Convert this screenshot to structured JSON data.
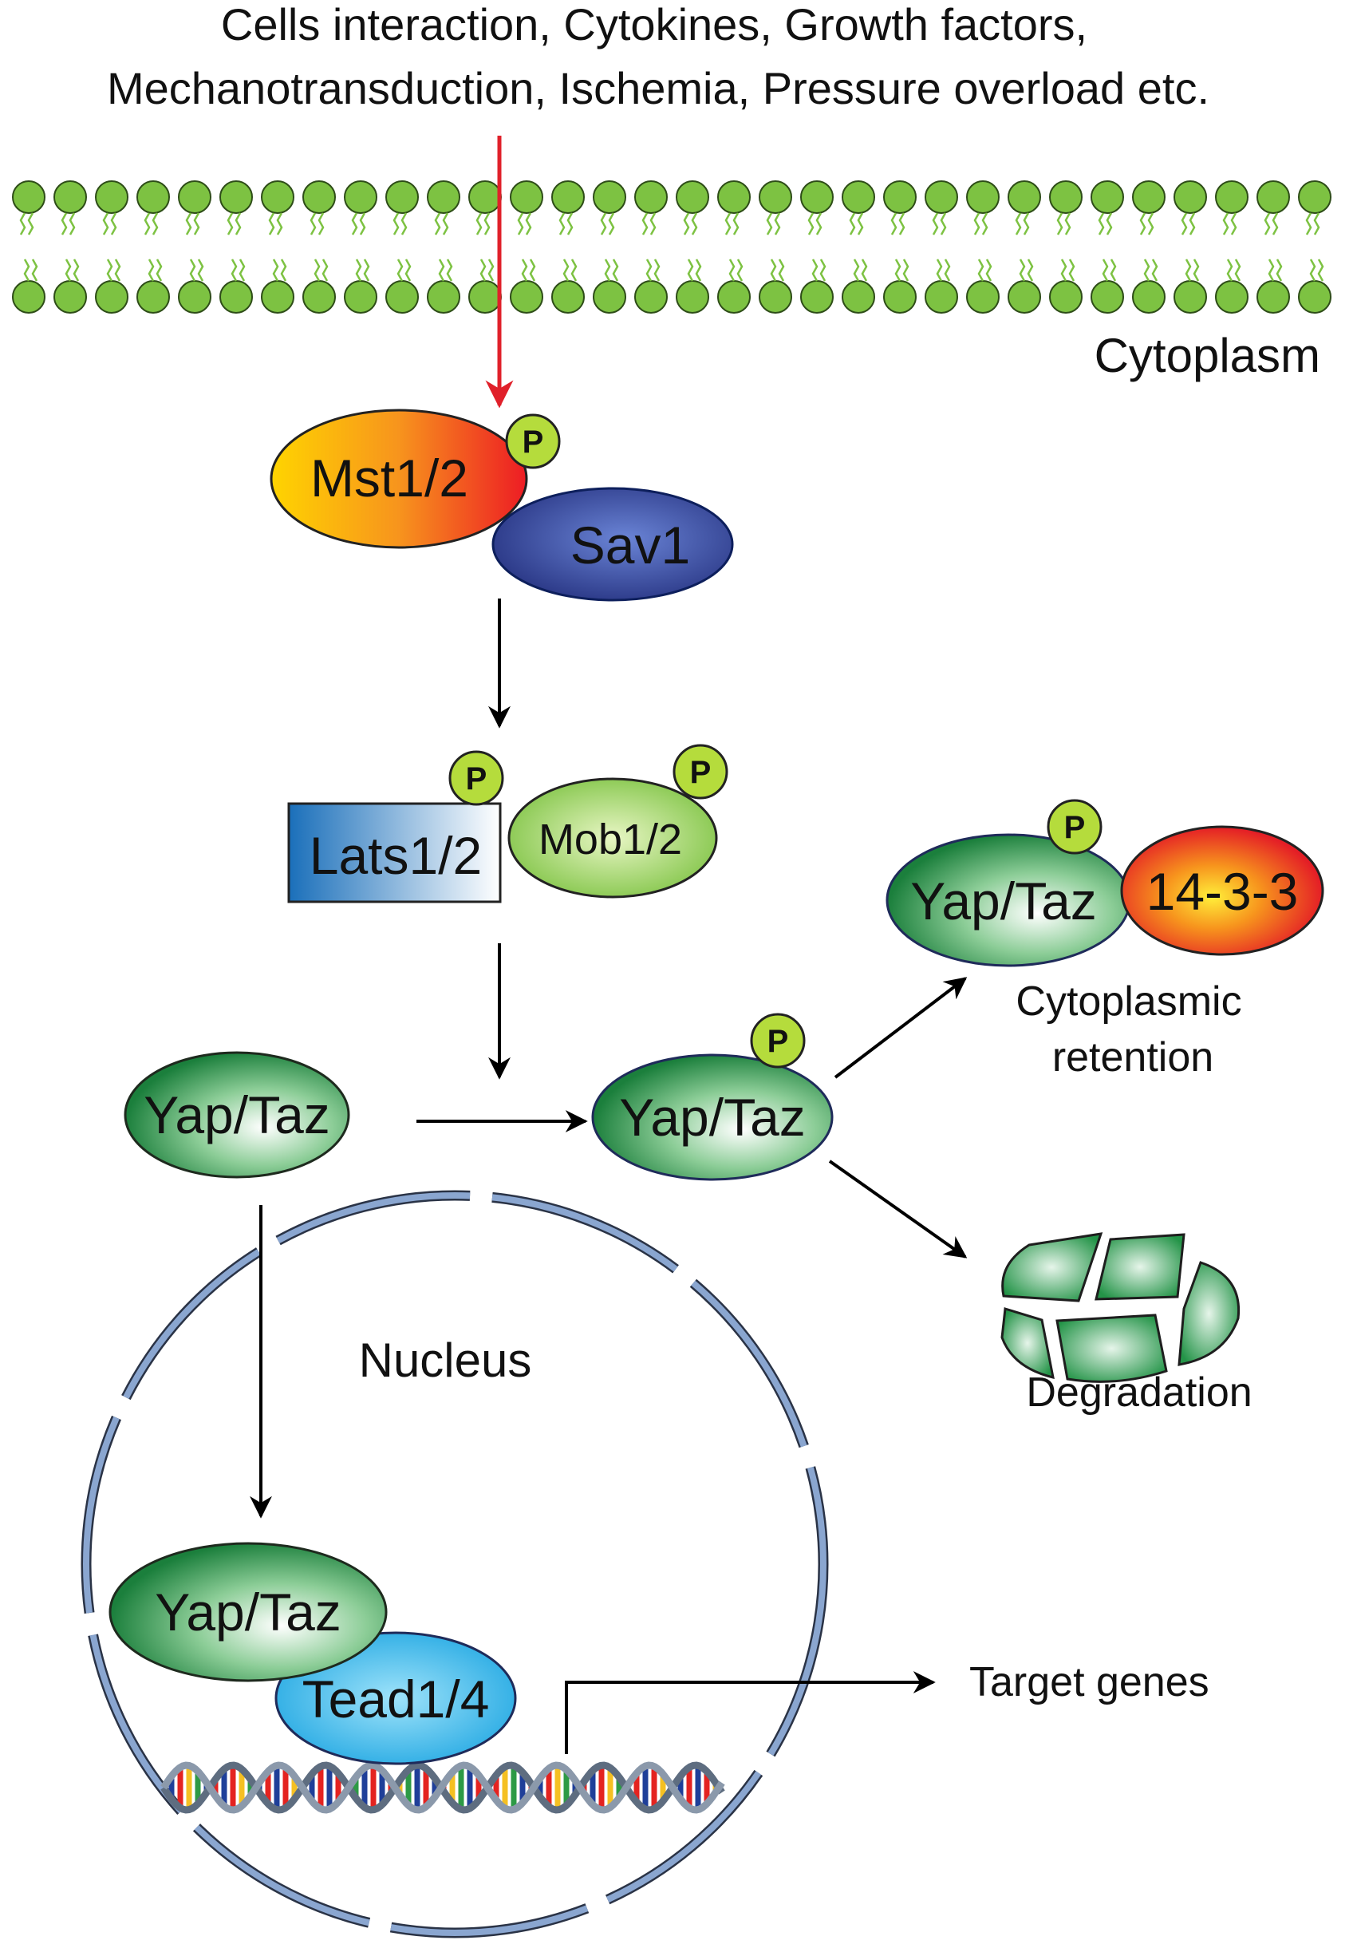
{
  "stimuli": {
    "line1": "Cells interaction, Cytokines, Growth factors,",
    "line2": "Mechanotransduction, Ischemia, Pressure overload etc."
  },
  "compartments": {
    "cytoplasm": "Cytoplasm",
    "nucleus": "Nucleus"
  },
  "proteins": {
    "mst": "Mst1/2",
    "sav": "Sav1",
    "lats": "Lats1/2",
    "mob": "Mob1/2",
    "yap_inactive": "Yap/Taz",
    "yap_phos": "Yap/Taz",
    "yap_retained": "Yap/Taz",
    "fourteen33": "14-3-3",
    "yap_nuclear": "Yap/Taz",
    "tead": "Tead1/4"
  },
  "phospho_label": "P",
  "outcomes": {
    "retention_line1": "Cytoplasmic",
    "retention_line2": "retention",
    "degradation": "Degradation",
    "target_genes": "Target genes"
  },
  "colors": {
    "stimulus_arrow": "#e0202a",
    "membrane_green": "#7dc242",
    "nucleus_envelope": "#8aa6d0",
    "phospho_fill": "#b5dc3c"
  }
}
